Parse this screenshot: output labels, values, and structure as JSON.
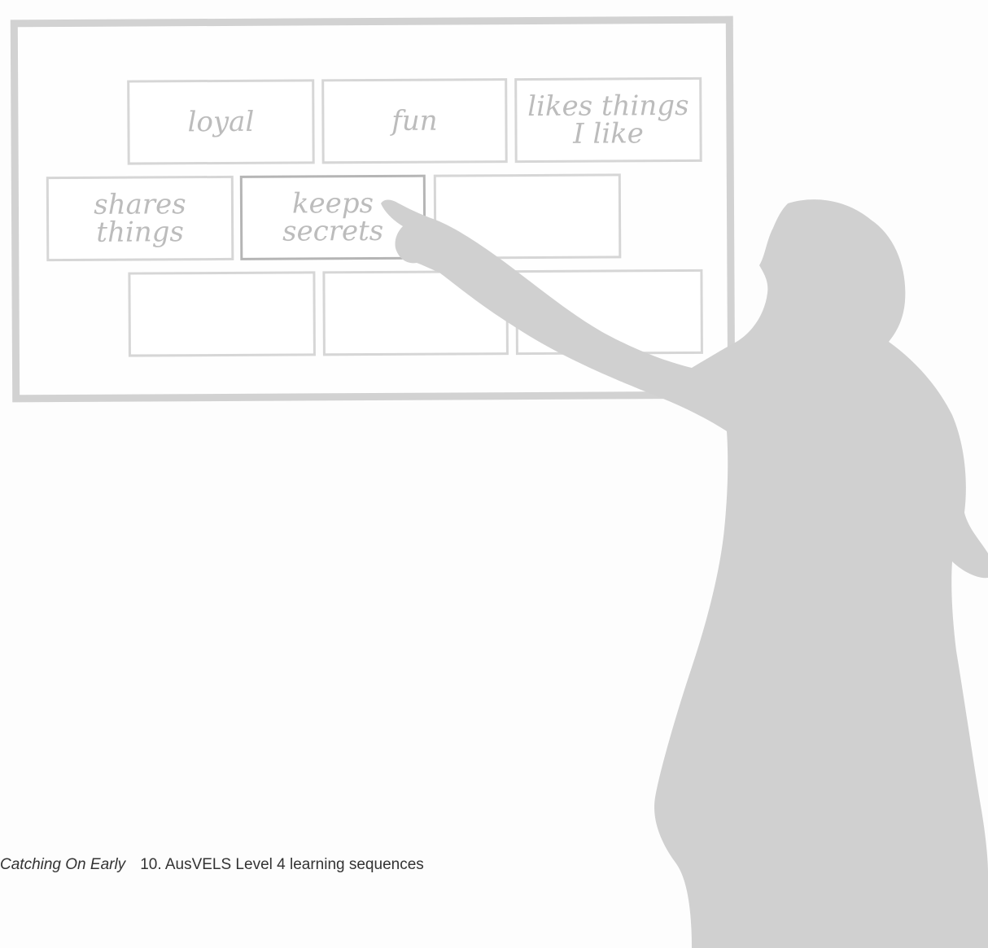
{
  "board": {
    "cards": [
      {
        "text": "loyal",
        "highlight": false
      },
      {
        "text": "fun",
        "highlight": false
      },
      {
        "text": "likes things\nI like",
        "highlight": false
      },
      {
        "text": "shares\nthings",
        "highlight": false
      },
      {
        "text": "keeps\nsecrets",
        "highlight": true
      },
      {
        "text": "",
        "highlight": false
      },
      {
        "text": "",
        "highlight": false
      },
      {
        "text": "",
        "highlight": false
      },
      {
        "text": "",
        "highlight": false
      }
    ]
  },
  "footer": {
    "book_title": "Catching On Early",
    "chapter": "10. AusVELS Level 4 learning sequences"
  },
  "colors": {
    "silhouette": "#d0d0d0",
    "board_border": "#d2d2d2",
    "card_text": "#bcbcbc"
  }
}
